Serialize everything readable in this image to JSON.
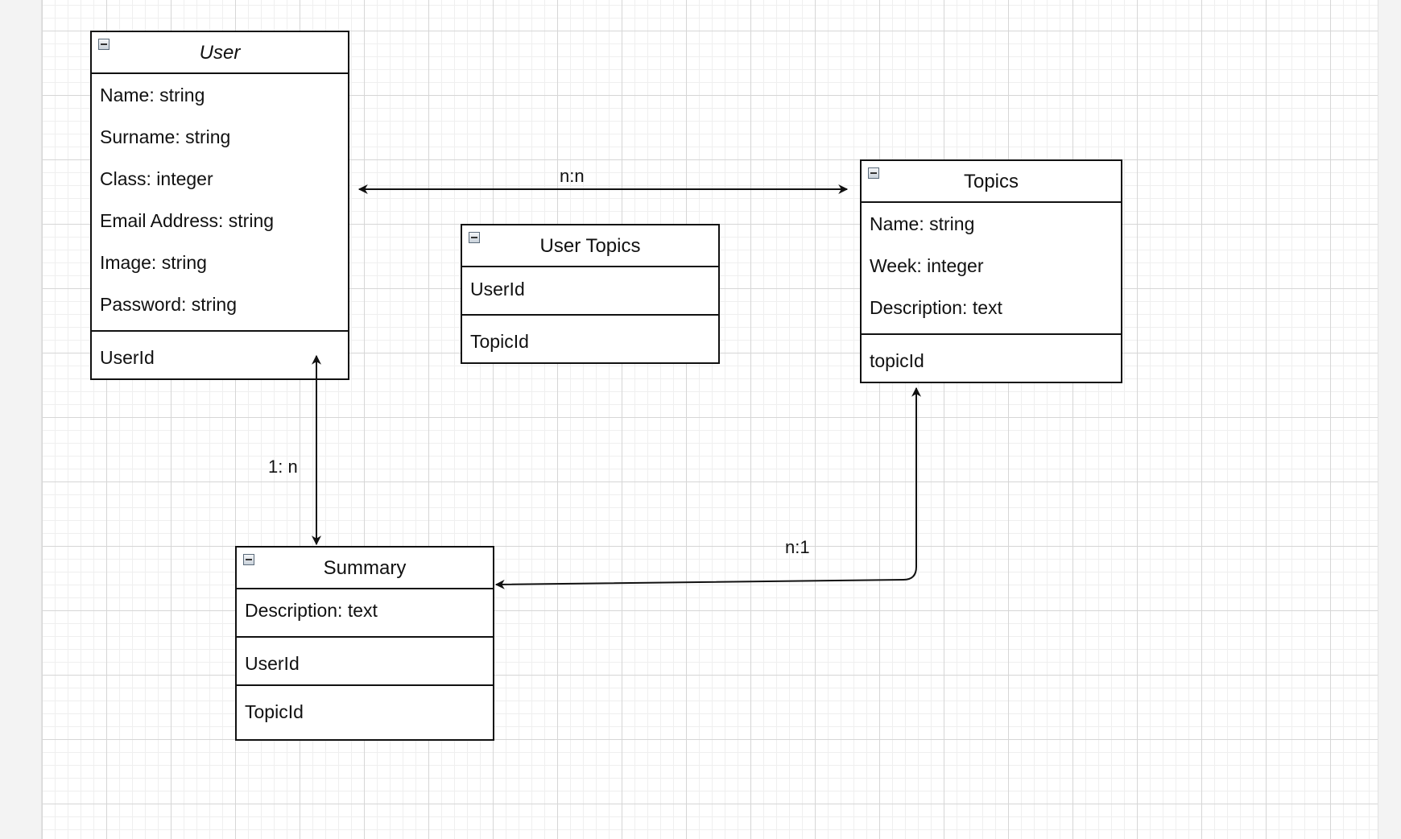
{
  "entities": {
    "user": {
      "title": "User",
      "attributes": [
        "Name: string",
        "Surname: string",
        "Class: integer",
        "Email Address: string",
        "Image: string",
        "Password: string"
      ],
      "keys": [
        "UserId"
      ]
    },
    "user_topics": {
      "title": "User Topics",
      "keys": [
        "UserId",
        "TopicId"
      ]
    },
    "topics": {
      "title": "Topics",
      "attributes": [
        "Name: string",
        "Week: integer",
        "Description: text"
      ],
      "keys": [
        "topicId"
      ]
    },
    "summary": {
      "title": "Summary",
      "attributes": [
        "Description: text"
      ],
      "keys": [
        "UserId",
        "TopicId"
      ]
    }
  },
  "relationships": {
    "user_topics": "n:n",
    "user_summary": "1: n",
    "summary_topics": "n:1"
  },
  "colors": {
    "stroke": "#111111",
    "grid": "#d6d6d6",
    "background": "#ffffff"
  }
}
